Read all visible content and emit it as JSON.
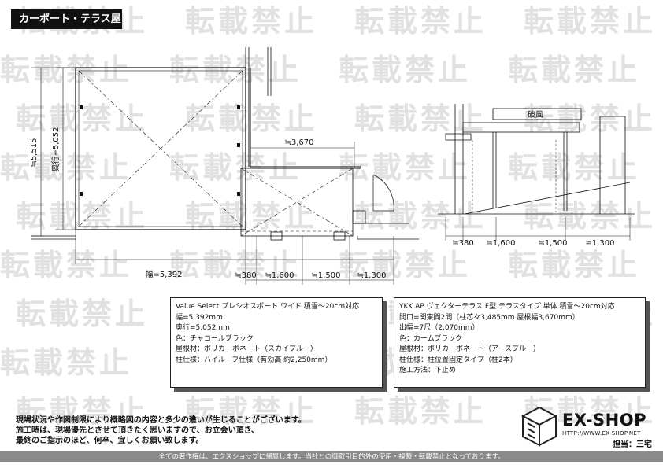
{
  "title": "カーポート・テラス屋根",
  "watermark": "転載禁止",
  "plan": {
    "width_label": "幅=5,392",
    "depth_total_label": "≒5,515",
    "depth_label": "奥行=5,052",
    "terrace_width_label": "≒3,670",
    "bottom_dims": [
      "≒380",
      "≒1,600",
      "≒1,500",
      "≒1,300"
    ]
  },
  "elevation": {
    "wind_label": "破風",
    "bottom_dims": [
      "≒380",
      "≒1,600",
      "≒1,500",
      "≒1,300"
    ]
  },
  "spec1": {
    "lines": [
      "Value Select プレシオスポート ワイド 積雪～20cm対応",
      "幅=5,392mm",
      "奥行=5,052mm",
      "色：チャコールブラック",
      "屋根材：ポリカーボネート（スカイブルー）",
      "柱仕様：ハイルーフ仕様（有効高 約2,250mm）"
    ]
  },
  "spec2": {
    "lines": [
      "YKK AP ヴェクターテラス F型 テラスタイプ 単体 積雪～20cm対応",
      "間口=関東間2間（柱芯々3,485mm 屋根幅3,670mm）",
      "出幅=7尺（2,070mm）",
      "色：カームブラック",
      "屋根材：ポリカーボネート（アースブルー）",
      "柱仕様：柱位置固定タイプ（柱2本）",
      "施工方法：下止め"
    ]
  },
  "notes": [
    "現場状況や作図制限により概略図の内容と多少の違いが生じることがございます。",
    "施工時は、現場優先とさせて頂きたく思いますので、お立会い頂き、",
    "最終のご指示のほど、何卒、宜しくお願い致します。"
  ],
  "logo": {
    "name": "EX-SHOP",
    "url": "HTTP://WWW.EX-SHOP.NET"
  },
  "person": "担当：三宅",
  "footer": "全ての著作権は、エクスショップに帰属します。当社との御取引目的外の使用・複製・転載禁止となっております。"
}
